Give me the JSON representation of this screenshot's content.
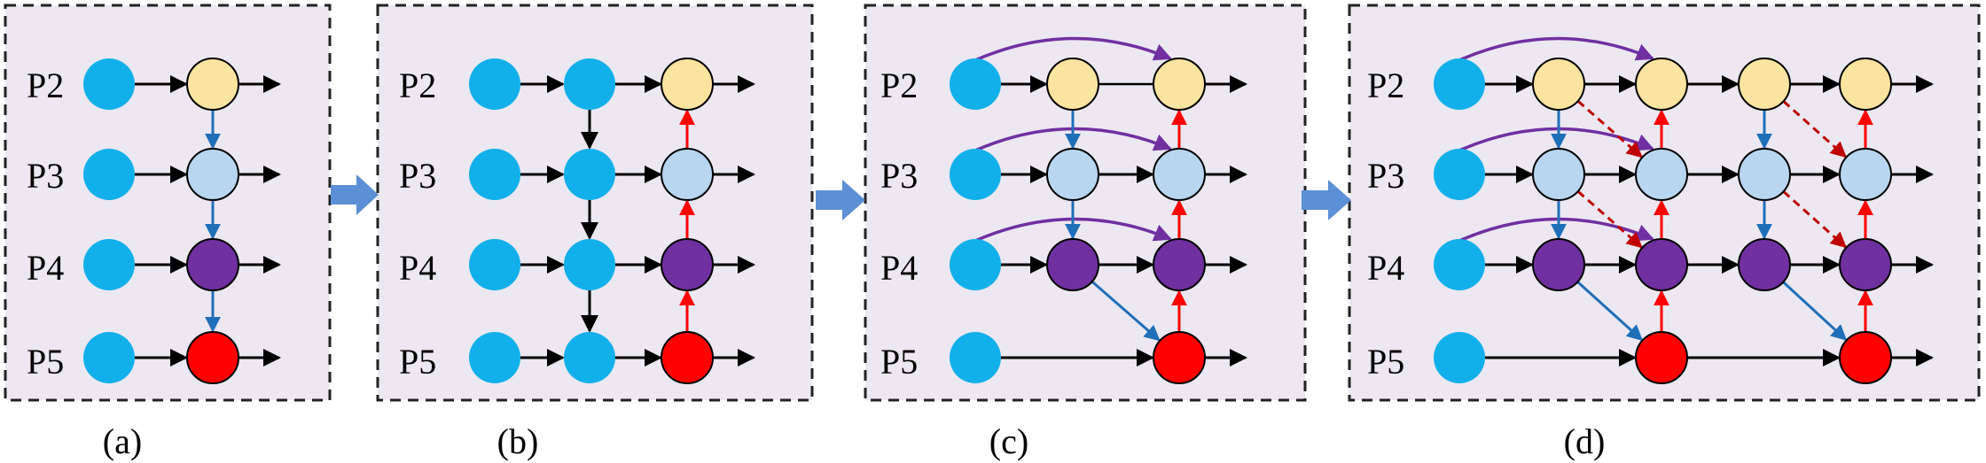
{
  "level_labels": [
    "P2",
    "P3",
    "P4",
    "P5"
  ],
  "panels": [
    {
      "id": "a",
      "caption": "(a)"
    },
    {
      "id": "b",
      "caption": "(b)"
    },
    {
      "id": "c",
      "caption": "(c)"
    },
    {
      "id": "d",
      "caption": "(d)"
    }
  ],
  "colors": {
    "panel_background": "#ece8f1",
    "input_node": "#12b0ea",
    "P2_node": "#fbe3a0",
    "P3_node": "#b8d6f0",
    "P4_node": "#7030a0",
    "P5_node": "#ff0000",
    "top_down_arrow": "#1f6fb8",
    "bottom_up_arrow": "#ff0000",
    "skip_arrow": "#7030a0",
    "cross_scale_arrow": "#c00000",
    "transition_arrow": "#5b8fd6"
  }
}
